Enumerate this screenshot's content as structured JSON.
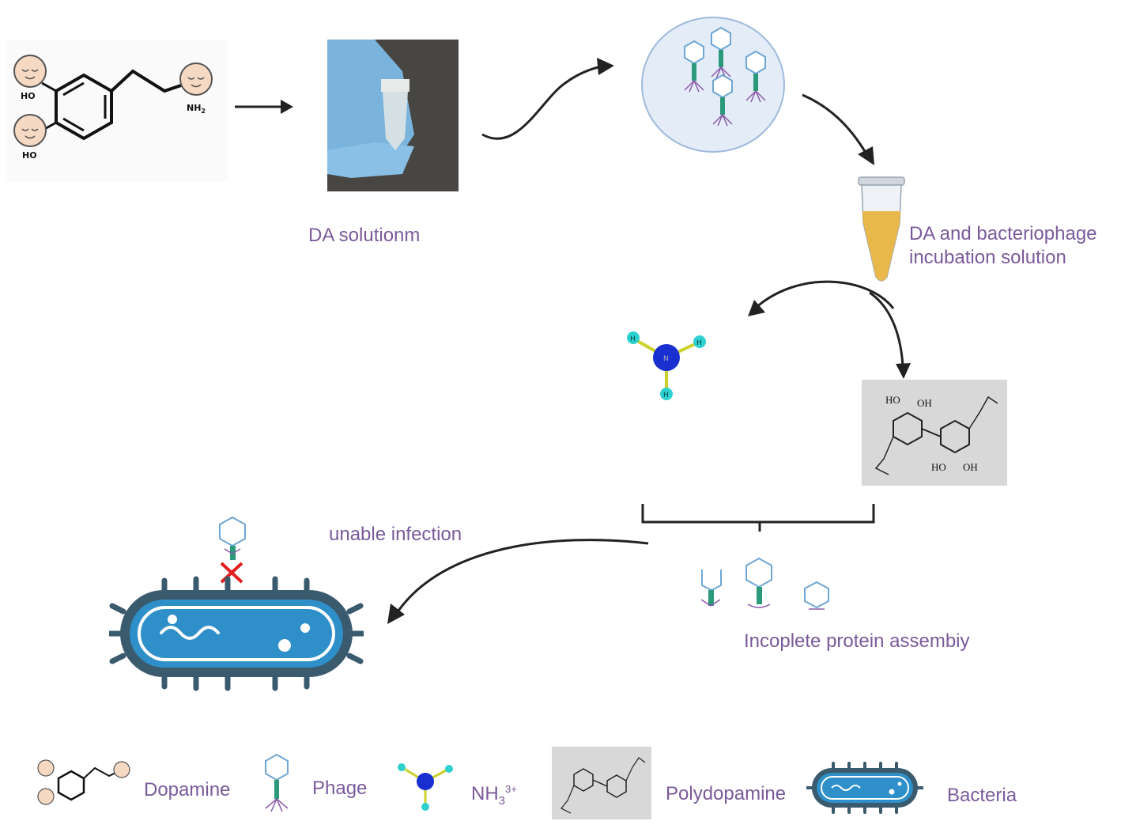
{
  "labels": {
    "da_solution": "DA  solutionm",
    "incubation_line1": "DA and bacteriophage",
    "incubation_line2": "incubation solution",
    "unable_infection": "unable infection",
    "incomplete_assembly": "Incoplete protein assembiy"
  },
  "chem": {
    "ho": "HO",
    "oh": "OH",
    "nh2": "NH",
    "nh2_sub": "2",
    "atom_h": "H",
    "atom_n": "N"
  },
  "legend": {
    "dopamine": "Dopamine",
    "phage": "Phage",
    "nh3_base": "NH",
    "nh3_sub": "3",
    "nh3_sup": "3+",
    "polydopamine": "Polydopamine",
    "bacteria": "Bacteria"
  },
  "colors": {
    "label_text": "#7a5a9a",
    "arrow": "#222222",
    "bacteria_fill": "#2e8fc9",
    "bacteria_outline": "#3a5a6e",
    "phage_head": "#7fb3d9",
    "phage_tail": "#2a9a7a",
    "phage_legs": "#8a5aa8",
    "nitrogen": "#1a2fd0",
    "hydrogen": "#2fd0d0",
    "bond": "#c9d12a",
    "tube_liquid": "#e9b84a",
    "cross": "#e02020"
  },
  "icons": [
    "dopamine-molecule",
    "vial-photo-icon",
    "phage-cluster-icon",
    "eppendorf-tube-icon",
    "ammonia-molecule-icon",
    "polydopamine-structure-icon",
    "bacterium-icon",
    "red-cross-icon"
  ]
}
